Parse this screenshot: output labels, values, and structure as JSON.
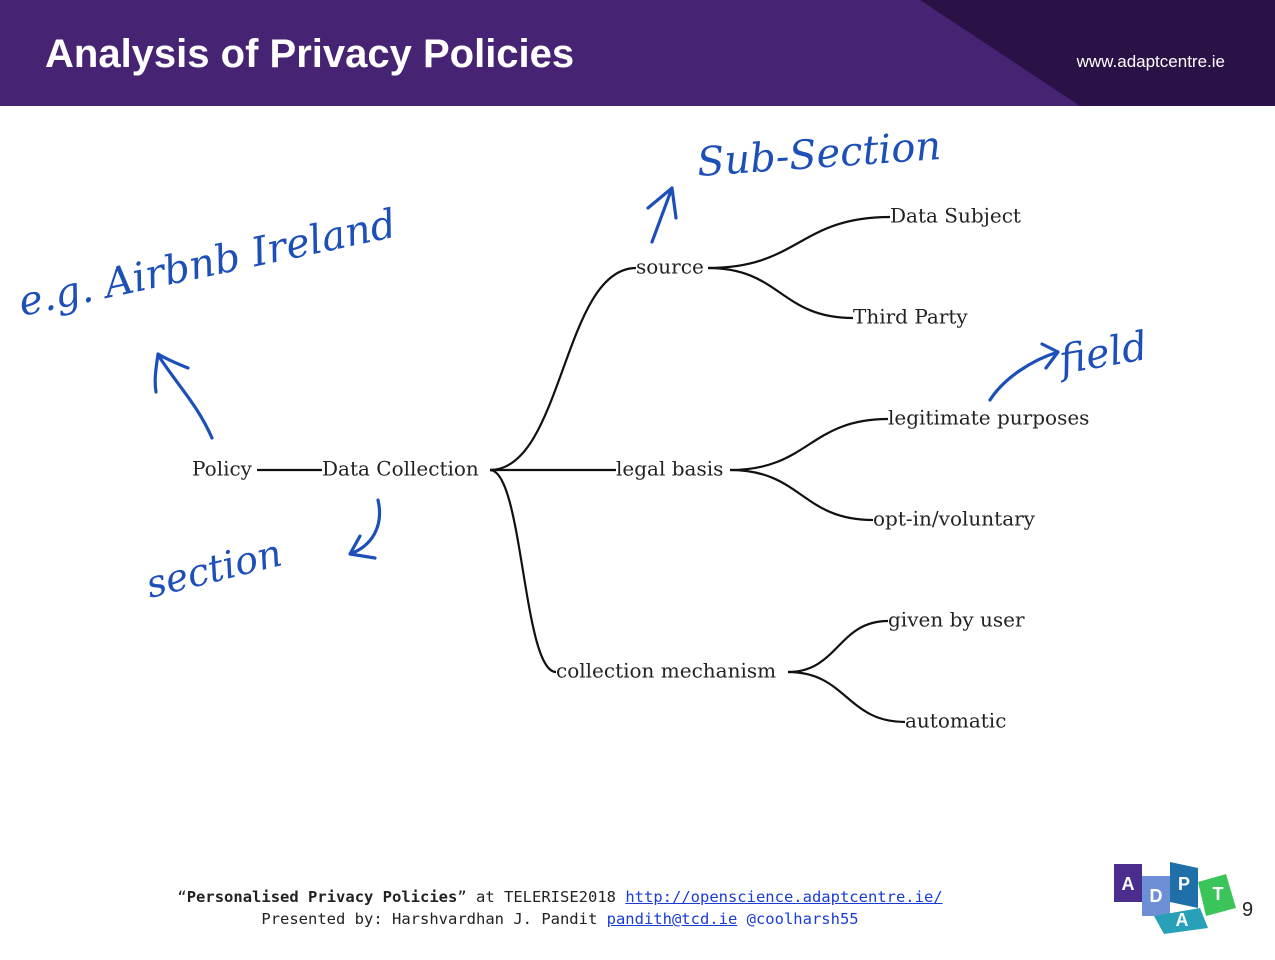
{
  "header": {
    "title": "Analysis of Privacy Policies",
    "website": "www.adaptcentre.ie"
  },
  "colors": {
    "header_bg": "#472473",
    "header_dark": "#2a1247",
    "annotation_ink": "#1d4fb8",
    "link": "#1a3cd6"
  },
  "tree": {
    "root": "Policy",
    "section": "Data Collection",
    "subsections": [
      {
        "label": "source",
        "fields": [
          "Data Subject",
          "Third Party"
        ]
      },
      {
        "label": "legal basis",
        "fields": [
          "legitimate purposes",
          "opt-in/voluntary"
        ]
      },
      {
        "label": "collection mechanism",
        "fields": [
          "given by user",
          "automatic"
        ]
      }
    ]
  },
  "annotations": {
    "example": "e.g. Airbnb Ireland",
    "section": "section",
    "subsection": "Sub-Section",
    "field": "field"
  },
  "footer": {
    "open_quote": "“",
    "talk_title": "Personalised Privacy Policies",
    "close_quote": "”",
    "venue": " at TELERISE2018 ",
    "url": "http://openscience.adaptcentre.ie/",
    "presented_by": "Presented by: Harshvardhan J. Pandit ",
    "email": "pandith@tcd.ie",
    "handle": " @coolharsh55"
  },
  "logo": {
    "letters": [
      "A",
      "D",
      "P",
      "A",
      "T"
    ]
  },
  "page_number": "9"
}
